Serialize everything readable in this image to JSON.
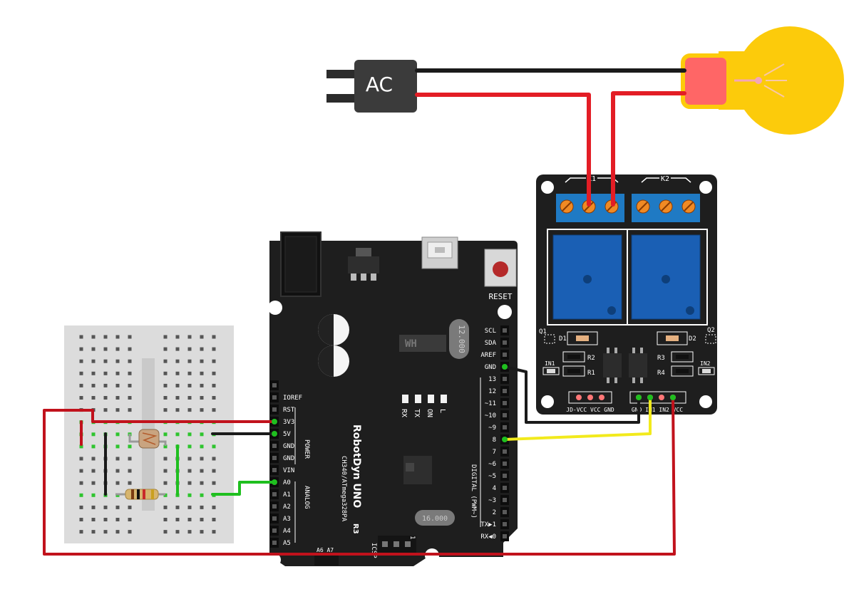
{
  "ac_plug": {
    "label": "AC"
  },
  "arduino": {
    "brand": "RobotDyn UNO",
    "rev": "R3",
    "chip": "CH340/ATmega328PA",
    "reset": "RESET",
    "leds": [
      "RX",
      "TX",
      "ON",
      "L"
    ],
    "crystal": "12.000",
    "crystal2": "16.000",
    "power_pins": [
      "IOREF",
      "RST",
      "3V3",
      "5V",
      "GND",
      "GND",
      "VIN"
    ],
    "power_label": "POWER",
    "analog_pins": [
      "A0",
      "A1",
      "A2",
      "A3",
      "A4",
      "A5"
    ],
    "analog_label": "ANALOG",
    "a67": "A6 A7",
    "digital_pins": [
      "SCL",
      "SDA",
      "AREF",
      "GND",
      "13",
      "12",
      "~11",
      "~10",
      "~9",
      "8",
      "7",
      "~6",
      "~5",
      "4",
      "~3",
      "2",
      "TX▶1",
      "RX◀0"
    ],
    "digital_label": "DIGITAL (PWM~)",
    "icsp": "ICSP",
    "icsp_pin1": "1"
  },
  "relay": {
    "k1": "K1",
    "k2": "K2",
    "q1": "Q1",
    "q2": "Q2",
    "d1": "D1",
    "d2": "D2",
    "r1": "R1",
    "r2": "R2",
    "r3": "R3",
    "r4": "R4",
    "in1": "IN1",
    "in2": "IN2",
    "left_header": "JD-VCC VCC GND",
    "right_header": "GND IN1 IN2 VCC"
  },
  "colors": {
    "wire_red": "#e31d25",
    "wire_black": "#1a1a1a",
    "wire_yellow": "#f2ea1c",
    "wire_green": "#1fbf1f",
    "wire_darkred": "#c1121c",
    "bulb": "#fccb0b",
    "bulb_base": "#ff6666",
    "relay_blue": "#1a5fb4",
    "terminal_blue": "#1f7ac4"
  }
}
